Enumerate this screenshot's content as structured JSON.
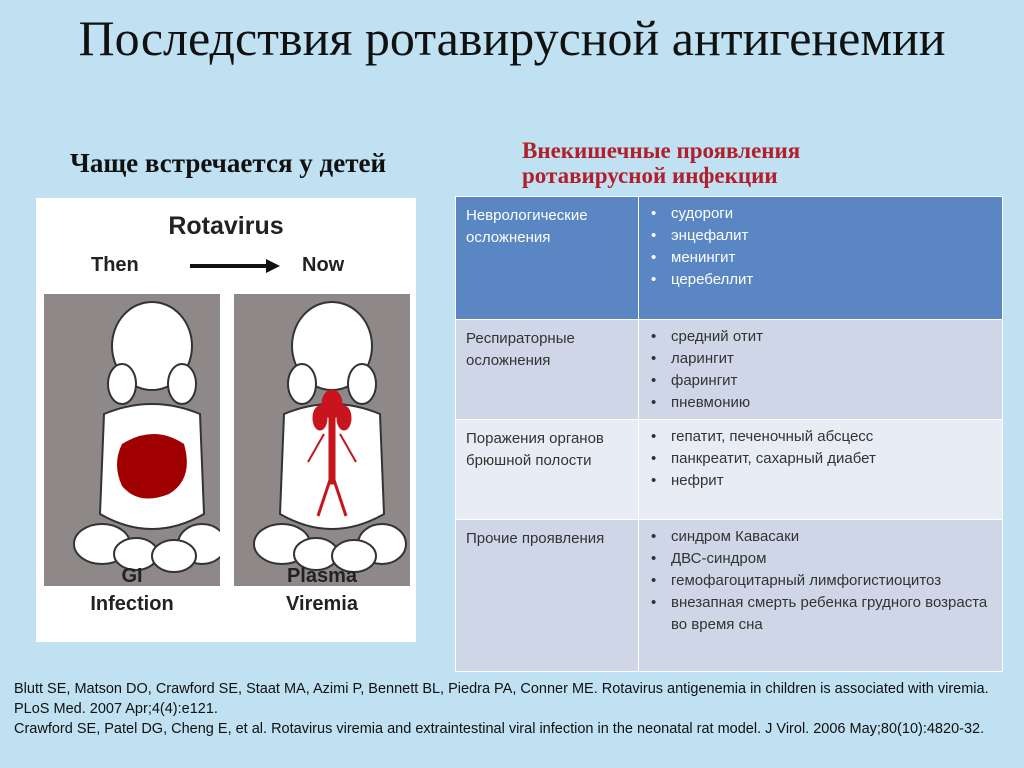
{
  "title": "Последствия ротавирусной антигенемии",
  "subtitle_left": "Чаще встречается у детей",
  "subtitle_right_line1": "Внекишечные проявления",
  "subtitle_right_line2": "ротавирусной инфекции",
  "colors": {
    "background": "#bfe1f1",
    "header_row": "#5a87c3",
    "row_odd": "#ced6e7",
    "row_even": "#e8ecf5",
    "accent_red": "#b21e2b"
  },
  "figure": {
    "title": "Rotavirus",
    "then": "Then",
    "now": "Now",
    "caption_left_1": "GI",
    "caption_left_2": "Infection",
    "caption_right_1": "Plasma",
    "caption_right_2": "Viremia"
  },
  "table": {
    "rows": [
      {
        "category": "Неврологические осложнения",
        "items": [
          "судороги",
          "энцефалит",
          "менингит",
          "церебеллит"
        ]
      },
      {
        "category": "Респираторные осложнения",
        "items": [
          "средний отит",
          "ларингит",
          "фарингит",
          "пневмонию"
        ]
      },
      {
        "category": "Поражения органов брюшной полости",
        "items": [
          "гепатит, печеночный абсцесс",
          "панкреатит, сахарный диабет",
          "нефрит"
        ]
      },
      {
        "category": "Прочие проявления",
        "items": [
          "синдром Кавасаки",
          "ДВС-синдром",
          "гемофагоцитарный лимфогистиоцитоз",
          "внезапная смерть ребенка грудного возраста во время сна"
        ]
      }
    ]
  },
  "references": [
    "Blutt SE, Matson DO, Crawford SE, Staat MA, Azimi P, Bennett BL, Piedra PA, Conner ME. Rotavirus antigenemia in children is associated with viremia. PLoS Med. 2007 Apr;4(4):e121.",
    "Crawford SE, Patel DG, Cheng E, et al. Rotavirus viremia and extraintestinal viral infection in the neonatal rat model. J Virol. 2006 May;80(10):4820-32."
  ]
}
